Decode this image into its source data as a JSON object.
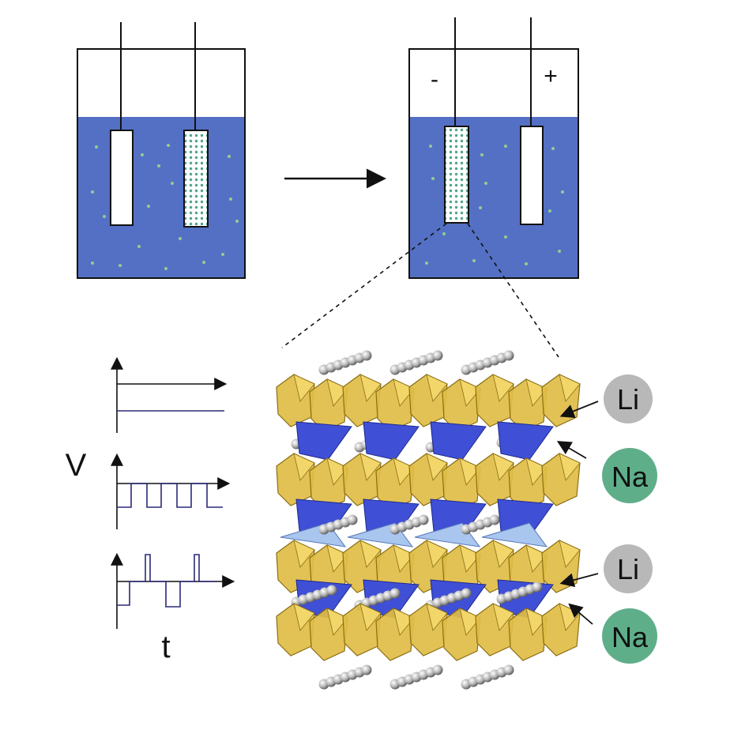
{
  "colors": {
    "electrolyte": "#5470c4",
    "ion_dot": "#8fcf8f",
    "li_badge": "#b8b8b8",
    "na_badge": "#5fae8a",
    "yellow_layer": "#d8b438",
    "blue_layer": "#3f4fd6",
    "light_blue_layer": "#a9c6ef",
    "signal_line": "#2a2a7a"
  },
  "cells": {
    "before": {
      "electrode_left": "blank",
      "electrode_right": "dotted"
    },
    "after": {
      "negative_sign": "-",
      "positive_sign": "+",
      "electrode_left": "dotted",
      "electrode_right": "blank"
    }
  },
  "waveforms": {
    "y_axis_label": "V",
    "x_axis_label": "t",
    "panels": [
      "constant",
      "square-pulse",
      "bipolar-pulse"
    ]
  },
  "ions": [
    {
      "label": "Li",
      "color": "#b8b8b8"
    },
    {
      "label": "Na",
      "color": "#5fae8a"
    },
    {
      "label": "Li",
      "color": "#b8b8b8"
    },
    {
      "label": "Na",
      "color": "#5fae8a"
    }
  ],
  "icons": [
    "arrow-right-icon",
    "electrode-icon",
    "crystal-structure-icon"
  ]
}
